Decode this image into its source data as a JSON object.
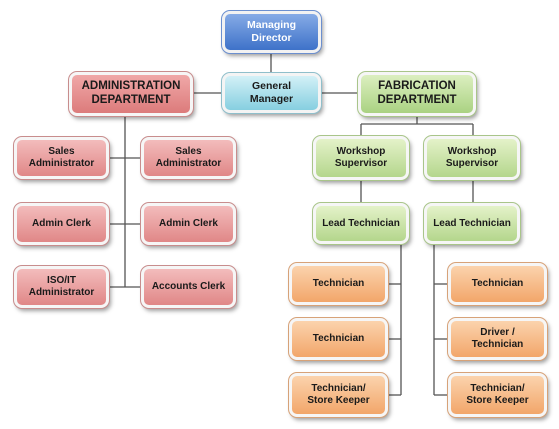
{
  "chart": {
    "managing_director": "Managing\nDirector",
    "general_manager": "General\nManager",
    "admin_dept": "ADMINISTRATION\nDEPARTMENT",
    "fab_dept": "FABRICATION\nDEPARTMENT",
    "admin_roles": {
      "sales_admin_1": "Sales\nAdministrator",
      "sales_admin_2": "Sales\nAdministrator",
      "admin_clerk_1": "Admin Clerk",
      "admin_clerk_2": "Admin Clerk",
      "iso_it_admin": "ISO/IT\nAdministrator",
      "accounts_clerk": "Accounts Clerk"
    },
    "workshop": {
      "supervisor_1": "Workshop\nSupervisor",
      "supervisor_2": "Workshop\nSupervisor",
      "lead_tech_1": "Lead Technician",
      "lead_tech_2": "Lead Technician",
      "left_team": [
        "Technician",
        "Technician",
        "Technician/\nStore Keeper"
      ],
      "right_team": [
        "Technician",
        "Driver /\nTechnician",
        "Technician/\nStore Keeper"
      ]
    }
  }
}
